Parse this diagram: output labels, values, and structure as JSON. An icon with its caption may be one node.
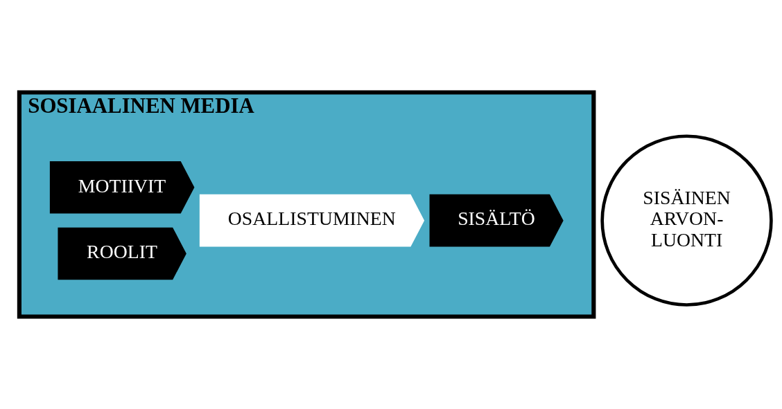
{
  "diagram": {
    "nodes": [
      {
        "text": [
          "SOSIAALINEN MEDIA"
        ]
      },
      {
        "text": [
          "MOTIIVIT"
        ],
        "in": 0
      },
      {
        "text": [
          "ROOLIT"
        ],
        "in": 0
      },
      {
        "text": [
          "OSALLISTUMINEN"
        ],
        "in": 0
      },
      {
        "text": [
          "SISÄLTÖ"
        ],
        "in": 0
      },
      {
        "text": [
          "SISÄINEN ARVON- LUONTI"
        ]
      }
    ],
    "edges": []
  }
}
